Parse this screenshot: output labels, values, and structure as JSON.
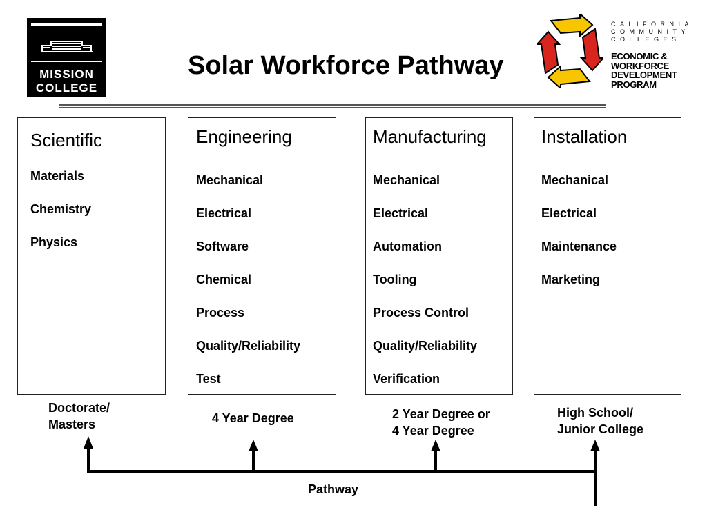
{
  "header": {
    "title": "Solar Workforce Pathway",
    "left_logo": {
      "line1": "MISSION",
      "line2": "COLLEGE"
    },
    "right_logo": {
      "words": [
        "CALIFORNIA",
        "COMMUNITY",
        "COLLEGES"
      ],
      "program": [
        "ECONOMIC &",
        "WORKFORCE",
        "DEVELOPMENT",
        "PROGRAM"
      ],
      "colors": {
        "red": "#d8261f",
        "yellow": "#f7c600"
      }
    }
  },
  "columns": [
    {
      "title": "Scientific",
      "items": [
        "Materials",
        "Chemistry",
        "Physics"
      ],
      "level": [
        "Doctorate/",
        "Masters"
      ]
    },
    {
      "title": "Engineering",
      "items": [
        "Mechanical",
        "Electrical",
        "Software",
        "Chemical",
        "Process",
        "Quality/Reliability",
        "Test"
      ],
      "level": [
        "4 Year Degree"
      ]
    },
    {
      "title": "Manufacturing",
      "items": [
        "Mechanical",
        "Electrical",
        "Automation",
        "Tooling",
        "Process Control",
        "Quality/Reliability",
        "Verification"
      ],
      "level": [
        "2 Year Degree or",
        "4 Year Degree"
      ]
    },
    {
      "title": "Installation",
      "items": [
        "Mechanical",
        "Electrical",
        "Maintenance",
        "Marketing"
      ],
      "level": [
        "High School/",
        "Junior College"
      ]
    }
  ],
  "pathway_label": "Pathway"
}
